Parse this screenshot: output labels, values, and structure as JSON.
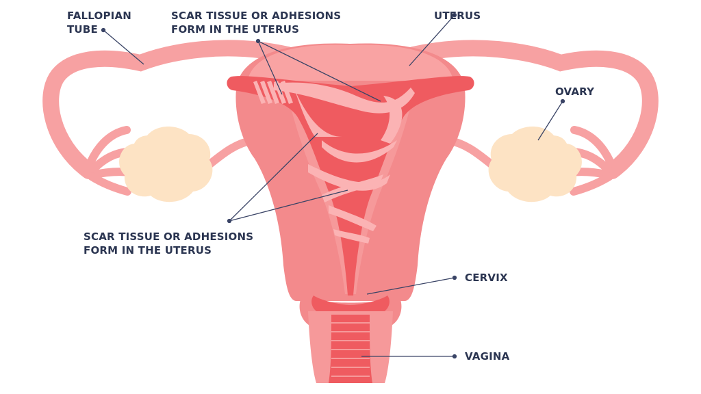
{
  "labels": {
    "fallopian_tube": {
      "line1": "FALLOPIAN",
      "line2": "TUBE"
    },
    "scar_top": {
      "line1": "SCAR TISSUE OR ADHESIONS",
      "line2": "FORM IN THE UTERUS"
    },
    "uterus": "UTERUS",
    "ovary": "OVARY",
    "scar_bottom": {
      "line1": "SCAR TISSUE OR ADHESIONS",
      "line2": "FORM IN THE UTERUS"
    },
    "cervix": "CERVIX",
    "vagina": "VAGINA"
  },
  "colors": {
    "text": "#2b3551",
    "tissue_light": "#f9a3a3",
    "tissue_main": "#f38a8c",
    "cavity": "#ef5b60",
    "adhesion": "#fbb3b4",
    "ovary": "#fde3c4",
    "leader": "#3a4466"
  }
}
